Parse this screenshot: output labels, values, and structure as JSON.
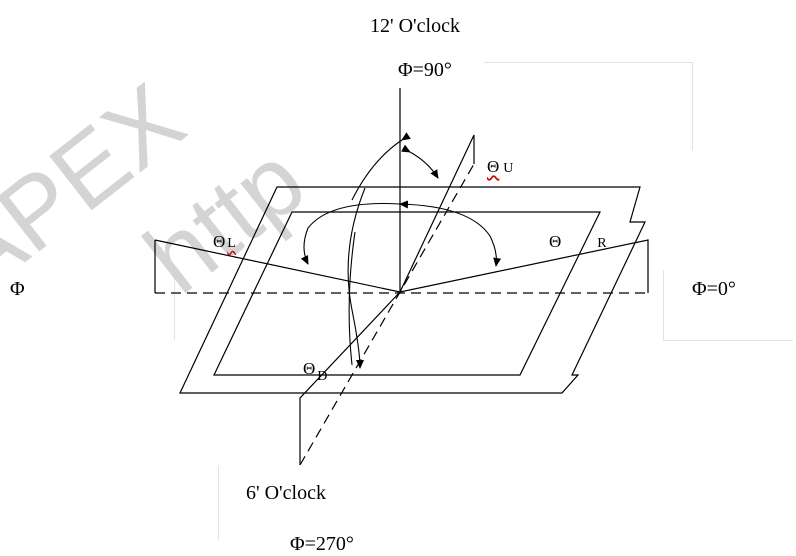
{
  "watermark": {
    "text_a": "APEX",
    "text_b": "http"
  },
  "labels": {
    "twelve_oclock": "12' O'clock",
    "phi_90": "Φ=90°",
    "six_oclock": "6' O'clock",
    "phi_270": "Φ=270°",
    "phi_left": "Φ",
    "phi_0": "Φ=0°",
    "theta_u": "Θ",
    "theta_u_sub": "U",
    "theta_l": "Θ",
    "theta_l_sub": "L",
    "theta_r": "Θ",
    "theta_r_sub": "R",
    "theta_d": "Θ",
    "theta_d_sub": "D"
  },
  "colors": {
    "line": "#000000",
    "spellcheck_underline": "#d00000",
    "watermark": "#d4d4d4"
  }
}
